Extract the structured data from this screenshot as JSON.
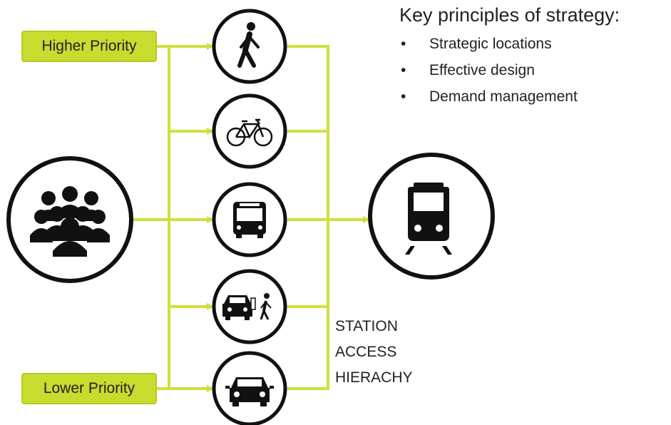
{
  "diagram": {
    "title": "Key principles of strategy:",
    "principles": [
      "Strategic locations",
      "Effective design",
      "Demand management"
    ],
    "priority_labels": {
      "higher": "Higher Priority",
      "lower": "Lower Priority"
    },
    "hierarchy_label": [
      "STATION",
      "ACCESS",
      "HIERACHY"
    ],
    "colors": {
      "accent": "#c8dc2e",
      "line": "#cfe03a",
      "icon": "#111111"
    },
    "nodes": [
      {
        "id": "people",
        "icon": "people-group-icon"
      },
      {
        "id": "walk",
        "icon": "pedestrian-icon"
      },
      {
        "id": "bike",
        "icon": "bicycle-icon"
      },
      {
        "id": "bus",
        "icon": "bus-icon"
      },
      {
        "id": "kiss-and-ride",
        "icon": "car-drop-off-icon"
      },
      {
        "id": "car",
        "icon": "car-icon"
      },
      {
        "id": "train",
        "icon": "train-icon"
      }
    ]
  }
}
